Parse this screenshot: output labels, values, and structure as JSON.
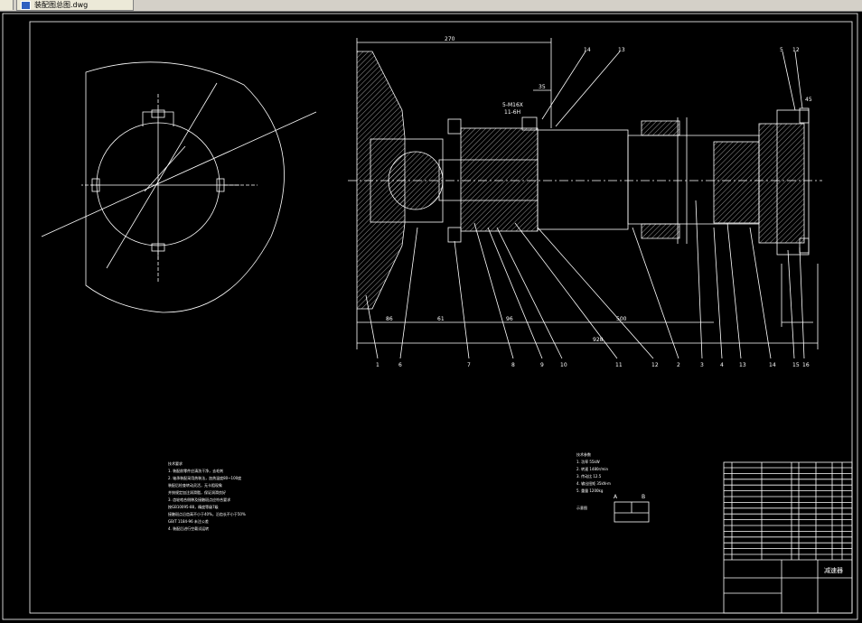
{
  "window": {
    "tab_label": "装配图总图.dwg"
  },
  "dimensions": {
    "top_length": "270",
    "small_gap": "35",
    "bottom_86": "86",
    "bottom_61": "61",
    "bottom_96": "96",
    "bottom_500": "500",
    "overall": "928",
    "tolerance_1": "5-M16X",
    "tolerance_2": "11-6H",
    "end_dim": "45"
  },
  "part_numbers": [
    "1",
    "6",
    "7",
    "8",
    "9",
    "10",
    "11",
    "12",
    "2",
    "3",
    "4",
    "13",
    "14",
    "15",
    "16"
  ],
  "top_part_labels": [
    "14",
    "13",
    "5",
    "12"
  ],
  "tech_requirements": {
    "title": "技术要求",
    "lines": [
      "1. 装配前零件应清洗干净，去毛刺",
      "2. 轴承装配采用热装法，加热温度80~100度",
      "   装配后检查转动灵活，无卡阻现象",
      "   并按规定加注润滑脂，保证润滑良好",
      "3. 齿轮啮合侧隙及接触斑点应符合要求",
      "   按GB10095-88，精度等级7级",
      "   接触斑点沿齿高不小于40%，沿齿长不小于50%",
      "   GB/T 1184-96 未注公差",
      "4. 装配后进行空载试运转"
    ]
  },
  "tech_params": {
    "title": "技术参数",
    "lines": [
      "1. 功率 55kW",
      "2. 转速 1480r/min",
      "3. 传动比 12.5",
      "4. 输出扭矩 35kN·m",
      "5. 重量 1200kg"
    ]
  },
  "schematic_label": "示意图",
  "schematic_a": "A",
  "schematic_b": "B",
  "title_block": {
    "name": "减速器"
  },
  "colors": {
    "line": "#ffffff",
    "accent": "#00c8c8",
    "background": "#000000"
  }
}
